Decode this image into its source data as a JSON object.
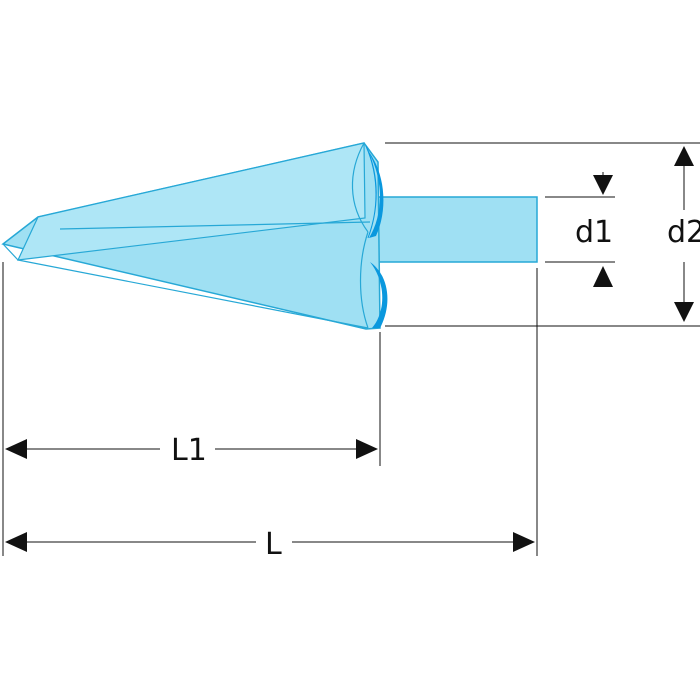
{
  "labels": {
    "d1": "d1",
    "d2": "d2",
    "L1": "L1",
    "L": "L"
  },
  "colors": {
    "body_fill": "#9fe0f3",
    "body_stroke": "#27a8d6",
    "flute_fill": "#0a98de",
    "lines": "#111111"
  }
}
